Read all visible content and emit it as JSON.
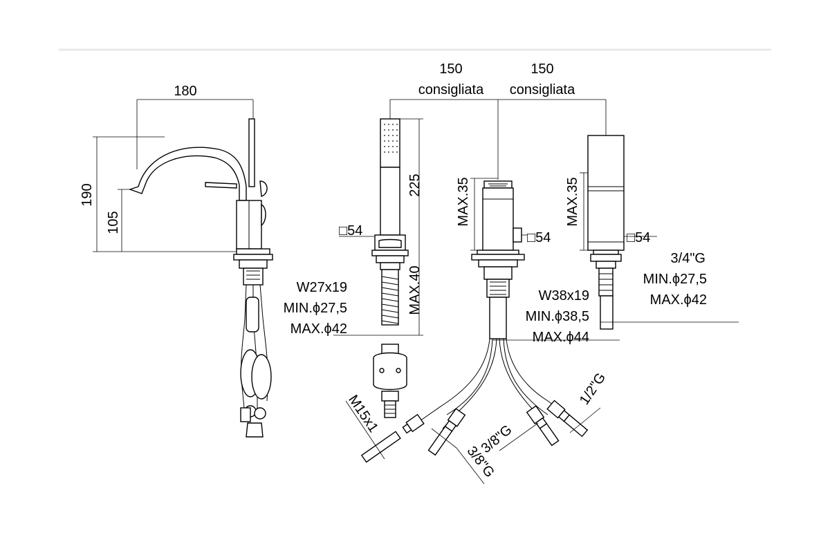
{
  "dimensions": {
    "spout_reach": "180",
    "spout_height_total": "190",
    "spout_height_outlet": "105",
    "handshower_height": "225",
    "spacing_left_value": "150",
    "spacing_left_note": "consigliata",
    "spacing_right_value": "150",
    "spacing_right_note": "consigliata",
    "max35_center": "MAX.35",
    "max35_right": "MAX.35",
    "max40": "MAX.40"
  },
  "handshower_fixing": {
    "square": "□54",
    "thread": "W27x19",
    "min_hole": "MIN.ϕ27,5",
    "max_hole": "MAX.ϕ42"
  },
  "mixer_fixing": {
    "square": "□54",
    "thread": "W38x19",
    "min_hole": "MIN.ϕ38,5",
    "max_hole": "MAX.ϕ44"
  },
  "spout_fixing": {
    "square": "□54",
    "thread": "3/4\"G",
    "min_hole": "MIN.ϕ27,5",
    "max_hole": "MAX.ϕ42"
  },
  "connections": {
    "hose": "M15x1",
    "left_inlet": "3/8\"G",
    "right_inlet": "3/8\"G",
    "outlet": "1/2\"G"
  }
}
